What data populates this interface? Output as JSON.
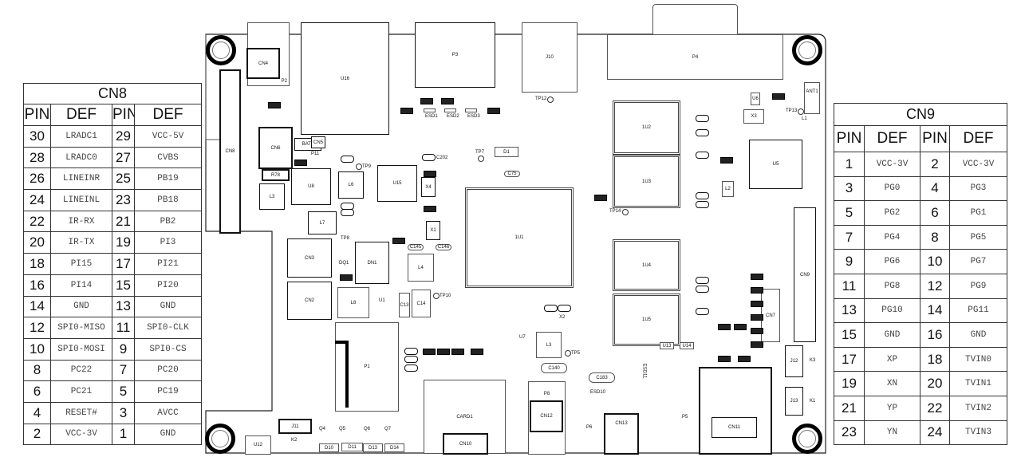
{
  "cn8": {
    "title": "CN8",
    "headers": [
      "PIN",
      "DEF",
      "PIN",
      "DEF"
    ],
    "rows": [
      [
        "30",
        "LRADC1",
        "29",
        "VCC-5V"
      ],
      [
        "28",
        "LRADC0",
        "27",
        "CVBS"
      ],
      [
        "26",
        "LINEINR",
        "25",
        "PB19"
      ],
      [
        "24",
        "LINEINL",
        "23",
        "PB18"
      ],
      [
        "22",
        "IR-RX",
        "21",
        "PB2"
      ],
      [
        "20",
        "IR-TX",
        "19",
        "PI3"
      ],
      [
        "18",
        "PI15",
        "17",
        "PI21"
      ],
      [
        "16",
        "PI14",
        "15",
        "PI20"
      ],
      [
        "14",
        "GND",
        "13",
        "GND"
      ],
      [
        "12",
        "SPI0-MISO",
        "11",
        "SPI0-CLK"
      ],
      [
        "10",
        "SPI0-MOSI",
        "9",
        "SPI0-CS"
      ],
      [
        "8",
        "PC22",
        "7",
        "PC20"
      ],
      [
        "6",
        "PC21",
        "5",
        "PC19"
      ],
      [
        "4",
        "RESET#",
        "3",
        "AVCC"
      ],
      [
        "2",
        "VCC-3V",
        "1",
        "GND"
      ]
    ]
  },
  "cn9": {
    "title": "CN9",
    "headers": [
      "PIN",
      "DEF",
      "PIN",
      "DEF"
    ],
    "rows": [
      [
        "1",
        "VCC-3V",
        "2",
        "VCC-3V"
      ],
      [
        "3",
        "PG0",
        "4",
        "PG3"
      ],
      [
        "5",
        "PG2",
        "6",
        "PG1"
      ],
      [
        "7",
        "PG4",
        "8",
        "PG5"
      ],
      [
        "9",
        "PG6",
        "10",
        "PG7"
      ],
      [
        "11",
        "PG8",
        "12",
        "PG9"
      ],
      [
        "13",
        "PG10",
        "14",
        "PG11"
      ],
      [
        "15",
        "GND",
        "16",
        "GND"
      ],
      [
        "17",
        "XP",
        "18",
        "TVIN0"
      ],
      [
        "19",
        "XN",
        "20",
        "TVIN1"
      ],
      [
        "21",
        "YP",
        "22",
        "TVIN2"
      ],
      [
        "23",
        "YN",
        "24",
        "TVIN3"
      ]
    ]
  },
  "board": {
    "components": {
      "cn4": "CN4",
      "p2": "P2",
      "u16": "U16",
      "p3": "P3",
      "j10": "J10",
      "p4": "P4",
      "ant1": "ANT1",
      "cn8": "CN8",
      "cn6": "CN6",
      "cn5": "CN5",
      "bat1": "BAT1",
      "r78": "R78",
      "l3": "L3",
      "u8": "U8",
      "l6": "L6",
      "u15": "U15",
      "x4": "X4",
      "l7": "L7",
      "d1": "D1",
      "x1": "X1",
      "x3": "X3",
      "u6": "U6",
      "u1big": "1U1",
      "u2": "1U2",
      "u3": "1U3",
      "u4": "1U4",
      "u5m": "1U5",
      "u5": "U5",
      "l2": "L2",
      "l1": "L1",
      "cn9": "CN9",
      "cn7": "CN7",
      "cn3": "CN3",
      "cn2": "CN2",
      "dq1": "DQ1",
      "dn1": "DN1",
      "l4": "L4",
      "l8": "L8",
      "u1": "U1",
      "c13": "C13",
      "c14": "C14",
      "p1": "P1",
      "l3b": "L3",
      "x2": "X2",
      "u7": "U7",
      "c140": "C140",
      "c183": "C183",
      "esd10": "ESD10",
      "esd11": "ESD11",
      "card1": "CARD1",
      "cn10": "CN10",
      "p8": "P8",
      "cn12": "CN12",
      "cn13": "CN13",
      "p6": "P6",
      "p5": "P5",
      "cn11": "CN11",
      "j12": "J12",
      "j13": "J13",
      "k3": "K3",
      "k1": "K1",
      "j11": "J11",
      "k2": "K2",
      "u12": "U12",
      "q4": "Q4",
      "q5": "Q5",
      "q6": "Q6",
      "q7": "Q7",
      "d10": "D10",
      "d11": "D11",
      "d13": "D13",
      "d14": "D14",
      "u13": "U13",
      "u14": "U14",
      "esd1": "ESD1",
      "esd2": "ESD2",
      "esd3": "ESD3",
      "tp7": "TP7",
      "tp8": "TP8",
      "tp9": "TP9",
      "tp10": "TP10",
      "tp12": "TP12",
      "tp13": "TP13",
      "tp14": "TP14",
      "tp5": "TP5",
      "tp11": "P11",
      "c202": "C202",
      "c75": "C75",
      "c145": "C145",
      "c146": "C146"
    }
  }
}
